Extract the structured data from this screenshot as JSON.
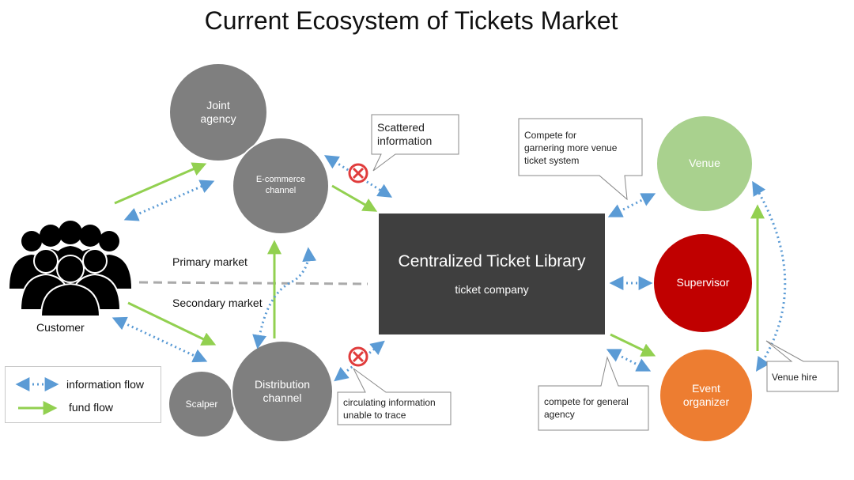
{
  "title": "Current  Ecosystem of Tickets Market",
  "nodes": {
    "joint_agency": "Joint\nagency",
    "ecommerce": "E-commerce\nchannel",
    "distribution": "Distribution\nchannel",
    "scalper": "Scalper",
    "customer": "Customer",
    "library_title": "Centralized Ticket Library",
    "library_sub": "ticket company",
    "venue": "Venue",
    "supervisor": "Supervisor",
    "event_organizer": "Event\norganizer"
  },
  "labels": {
    "primary_market": "Primary market",
    "secondary_market": "Secondary market"
  },
  "callouts": {
    "scattered": "Scattered\ninformation",
    "circulating": "circulating information\nunable to trace",
    "compete_venue": "Compete for\ngarnering  more venue\nticket system",
    "compete_agency": "compete for general\nagency",
    "venue_hire": "Venue hire"
  },
  "legend": {
    "information_flow": "information flow",
    "fund_flow": "fund flow"
  },
  "colors": {
    "gray_node": "#7f7f7f",
    "library": "#3f3f3f",
    "venue": "#a9d18e",
    "supervisor": "#c00000",
    "event_organizer": "#ed7d31",
    "info_flow": "#5b9bd5",
    "fund_flow": "#92d050",
    "blocked": "#e03c3c"
  },
  "icons": [
    "crowd-icon",
    "blocked-icon"
  ]
}
